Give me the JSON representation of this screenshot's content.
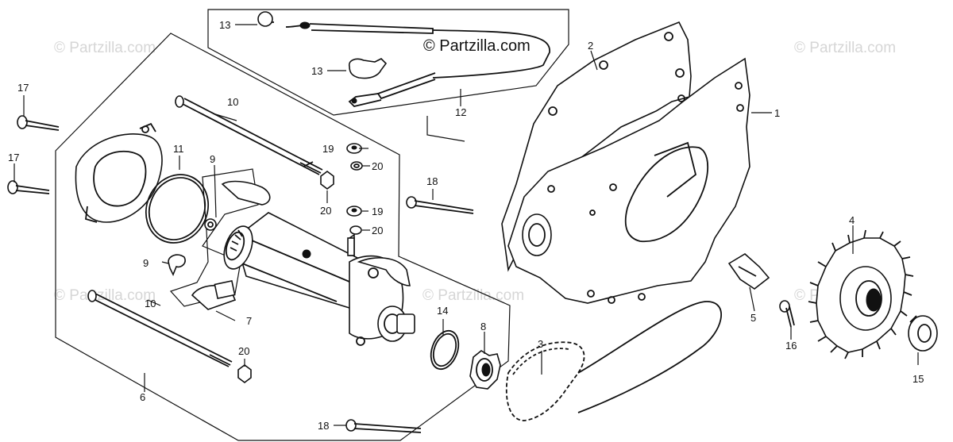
{
  "watermarks": {
    "main": "© Partzilla.com",
    "faint": "© Partzilla.com"
  },
  "callouts": {
    "c1": "1",
    "c2": "2",
    "c3": "3",
    "c4": "4",
    "c5": "5",
    "c6": "6",
    "c7": "7",
    "c8": "8",
    "c9a": "9",
    "c9b": "9",
    "c10a": "10",
    "c10b": "10",
    "c11": "11",
    "c12": "12",
    "c13a": "13",
    "c13b": "13",
    "c14": "14",
    "c15": "15",
    "c16": "16",
    "c17a": "17",
    "c17b": "17",
    "c18a": "18",
    "c18b": "18",
    "c19a": "19",
    "c19b": "19",
    "c20a": "20",
    "c20b": "20",
    "c20c": "20",
    "c20d": "20"
  },
  "colors": {
    "ink": "#111111",
    "watermark": "#d6d6d6",
    "background": "#ffffff"
  }
}
